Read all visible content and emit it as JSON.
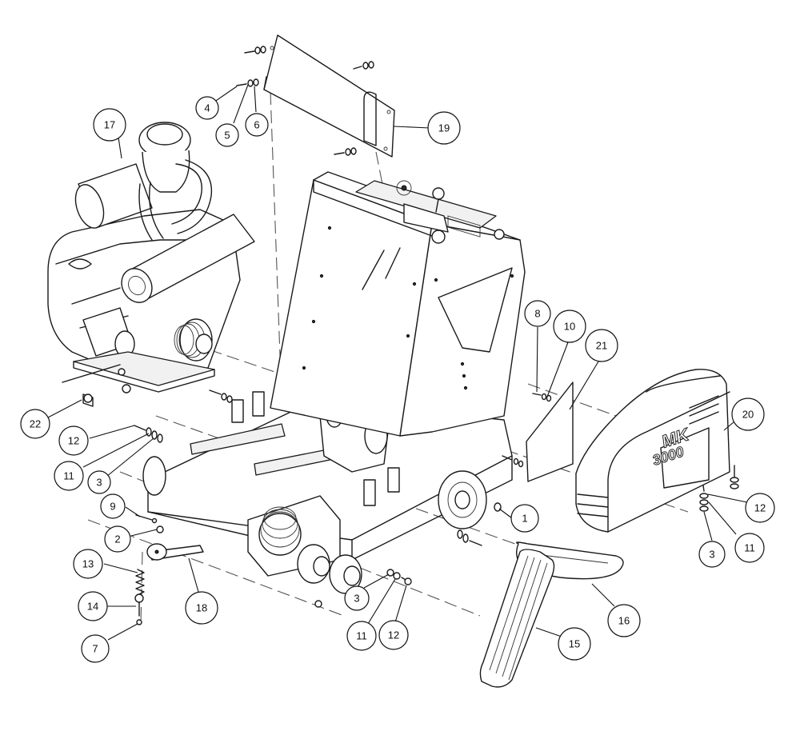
{
  "callouts": [
    {
      "id": "c17",
      "label": "17"
    },
    {
      "id": "c4",
      "label": "4"
    },
    {
      "id": "c5",
      "label": "5"
    },
    {
      "id": "c6",
      "label": "6"
    },
    {
      "id": "c19",
      "label": "19"
    },
    {
      "id": "c8",
      "label": "8"
    },
    {
      "id": "c10",
      "label": "10"
    },
    {
      "id": "c21",
      "label": "21"
    },
    {
      "id": "c20",
      "label": "20"
    },
    {
      "id": "c22",
      "label": "22"
    },
    {
      "id": "c12a",
      "label": "12"
    },
    {
      "id": "c11a",
      "label": "11"
    },
    {
      "id": "c3a",
      "label": "3"
    },
    {
      "id": "c9",
      "label": "9"
    },
    {
      "id": "c2",
      "label": "2"
    },
    {
      "id": "c13",
      "label": "13"
    },
    {
      "id": "c14",
      "label": "14"
    },
    {
      "id": "c7",
      "label": "7"
    },
    {
      "id": "c18",
      "label": "18"
    },
    {
      "id": "c1",
      "label": "1"
    },
    {
      "id": "c3b",
      "label": "3"
    },
    {
      "id": "c11b",
      "label": "11"
    },
    {
      "id": "c12b",
      "label": "12"
    },
    {
      "id": "c16",
      "label": "16"
    },
    {
      "id": "c15",
      "label": "15"
    },
    {
      "id": "c12c",
      "label": "12"
    },
    {
      "id": "c11c",
      "label": "11"
    },
    {
      "id": "c3c",
      "label": "3"
    }
  ],
  "belt_guard_logo": {
    "brand": "MK",
    "model": "3000"
  },
  "colors": {
    "line": "#1a1a1a",
    "background": "#ffffff",
    "fill_light": "#f1f1f1"
  }
}
